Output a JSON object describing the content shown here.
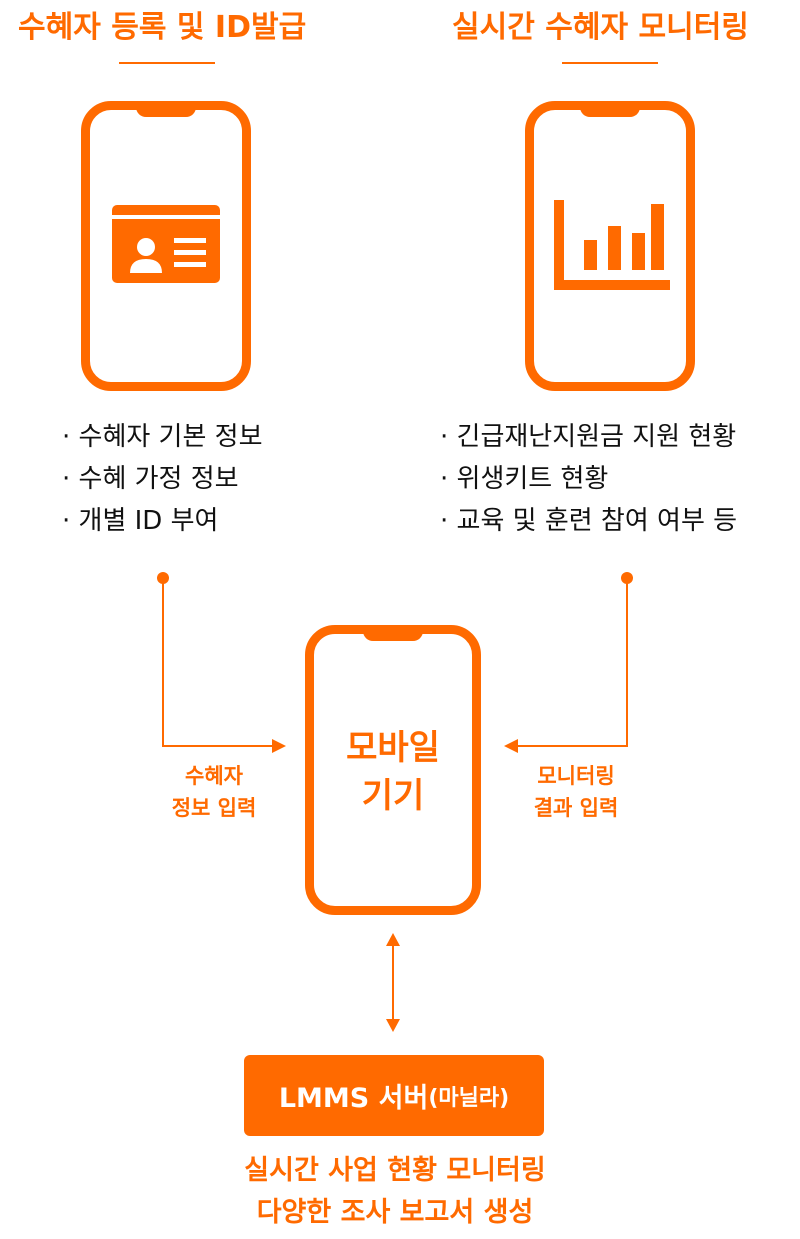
{
  "colors": {
    "accent": "#ff6a00",
    "text": "#111111",
    "white": "#ffffff"
  },
  "left_panel": {
    "title": "수혜자 등록 및 ID발급",
    "icon": "id-card-icon",
    "bullets": [
      "· 수혜자 기본 정보",
      "· 수혜 가정 정보",
      "· 개별 ID 부여"
    ]
  },
  "right_panel": {
    "title": "실시간 수혜자 모니터링",
    "icon": "bar-chart-icon",
    "bullets": [
      "· 긴급재난지원금 지원 현황",
      "· 위생키트 현황",
      "· 교육 및 훈련 참여 여부 등"
    ]
  },
  "center_device": {
    "line1": "모바일",
    "line2": "기기"
  },
  "flow_labels": {
    "left_line1": "수혜자",
    "left_line2": "정보 입력",
    "right_line1": "모니터링",
    "right_line2": "결과 입력"
  },
  "server": {
    "name": "LMMS 서버",
    "location": "(마닐라)"
  },
  "footer": {
    "line1": "실시간 사업 현황 모니터링",
    "line2": "다양한 조사 보고서 생성"
  }
}
